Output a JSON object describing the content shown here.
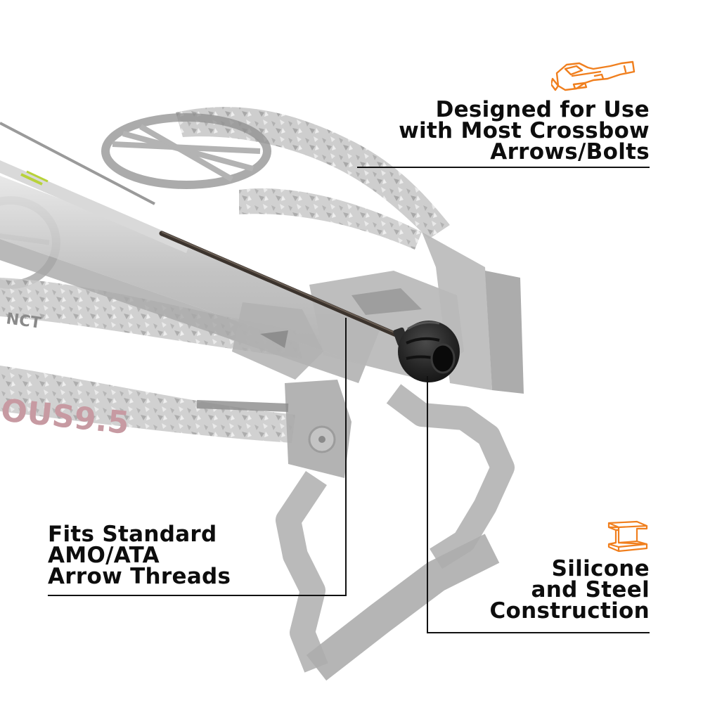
{
  "theme": {
    "accent_color": "#F07F1E",
    "text_color": "#0D0D0D",
    "line_color": "#111111",
    "background": "#FFFFFF",
    "product_tip_color": "#2A2A2A",
    "crossbow_gray": "#BDBDBD"
  },
  "product": {
    "name": "Crossbow arrow silicone-and-steel tip (product shot on faded crossbow)",
    "crossbow_limb_text_1": "NCT",
    "crossbow_limb_text_2": "OUS9.5"
  },
  "features": [
    {
      "id": "compatibility",
      "icon": "crossbow-icon",
      "lines": [
        "Designed for Use",
        "with Most Crossbow",
        "Arrows/Bolts"
      ]
    },
    {
      "id": "threads",
      "icon": null,
      "lines": [
        "Fits Standard",
        "AMO/ATA",
        "Arrow Threads"
      ]
    },
    {
      "id": "construction",
      "icon": "steel-i-beam-icon",
      "lines": [
        "Silicone",
        "and Steel",
        "Construction"
      ]
    }
  ]
}
